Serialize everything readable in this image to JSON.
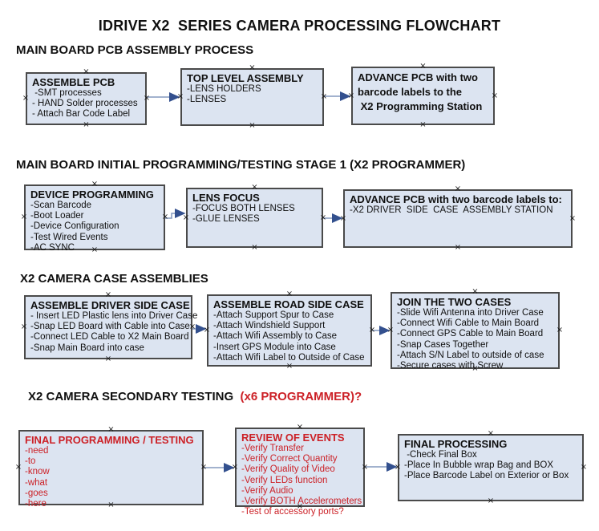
{
  "window": {
    "title": "IDRIVE X2  SERIES CAMERA PROCESSING FLOWCHART"
  },
  "colors": {
    "box_fill": "#dce4f1",
    "box_border": "#4a4a4a",
    "arrow_line": "#8498be",
    "arrow_head": "#33508e",
    "red_text": "#cc2127",
    "black_text": "#101010"
  },
  "icons": {
    "connection_marker": "×"
  },
  "sections": [
    {
      "heading": "MAIN BOARD PCB ASSEMBLY PROCESS",
      "heading_red": "",
      "boxes": [
        {
          "title_lines": [
            "ASSEMBLE PCB"
          ],
          "items": [
            " -SMT processes",
            "- HAND Solder processes",
            "- Attach Bar Code Label"
          ],
          "red": false
        },
        {
          "title_lines": [
            "TOP LEVEL ASSEMBLY"
          ],
          "items": [
            "-LENS HOLDERS",
            "-LENSES"
          ],
          "red": false
        },
        {
          "title_lines": [
            "ADVANCE PCB with two",
            "barcode labels to the",
            " X2 Programming Station"
          ],
          "items": [],
          "red": false
        }
      ]
    },
    {
      "heading": "MAIN BOARD INITIAL PROGRAMMING/TESTING STAGE 1 (X2 PROGRAMMER)",
      "heading_red": "",
      "boxes": [
        {
          "title_lines": [
            "DEVICE PROGRAMMING"
          ],
          "items": [
            "-Scan Barcode",
            "-Boot Loader",
            "-Device Configuration",
            "-Test Wired Events",
            "-AC SYNC"
          ],
          "red": false
        },
        {
          "title_lines": [
            "LENS FOCUS"
          ],
          "items": [
            "-FOCUS BOTH LENSES",
            "-GLUE LENSES"
          ],
          "red": false
        },
        {
          "title_lines": [
            "ADVANCE PCB with two barcode labels to:"
          ],
          "items": [
            "-X2 DRIVER  SIDE  CASE  ASSEMBLY STATION"
          ],
          "red": false
        }
      ]
    },
    {
      "heading": "X2 CAMERA CASE ASSEMBLIES",
      "heading_red": "",
      "boxes": [
        {
          "title_lines": [
            "ASSEMBLE DRIVER SIDE CASE"
          ],
          "items": [
            "- Insert LED Plastic lens into Driver Case",
            "-Snap LED Board with Cable into Case",
            "-Connect LED Cable to X2 Main Board",
            "-Snap Main Board into case"
          ],
          "red": false
        },
        {
          "title_lines": [
            "ASSEMBLE ROAD SIDE CASE"
          ],
          "items": [
            "-Attach Support Spur to Case",
            "-Attach Windshield Support",
            "-Attach Wifi Assembly to Case",
            "-Insert GPS Module into Case",
            "-Attach Wifi Label to Outside of Case"
          ],
          "red": false
        },
        {
          "title_lines": [
            "JOIN THE TWO CASES"
          ],
          "items": [
            "-Slide Wifi Antenna into Driver Case",
            "-Connect Wifi Cable to Main Board",
            "-Connect GPS Cable to Main Board",
            "-Snap Cases Together",
            "-Attach S/N Label to outside of case",
            "-Secure cases with Screw"
          ],
          "red": false
        }
      ]
    },
    {
      "heading": "X2 CAMERA SECONDARY TESTING  ",
      "heading_red": "(x6 PROGRAMMER)?",
      "boxes": [
        {
          "title_lines": [
            "FINAL PROGRAMMING / TESTING"
          ],
          "items": [
            "-need",
            "-to",
            "-know",
            "-what",
            "-goes",
            "-here"
          ],
          "red": true
        },
        {
          "title_lines": [
            "REVIEW OF EVENTS"
          ],
          "items": [
            "-Verify Transfer",
            "-Verify Correct Quantity",
            "-Verify Quality of Video",
            "-Verify LEDs function",
            "-Verify Audio",
            "-Verify BOTH Accelerometers",
            "-Test of accessory ports?"
          ],
          "red": true
        },
        {
          "title_lines": [
            "FINAL PROCESSING"
          ],
          "items": [
            " -Check Final Box",
            "-Place In Bubble wrap Bag and BOX",
            "-Place Barcode Label on Exterior or Box"
          ],
          "red": false
        }
      ]
    }
  ]
}
